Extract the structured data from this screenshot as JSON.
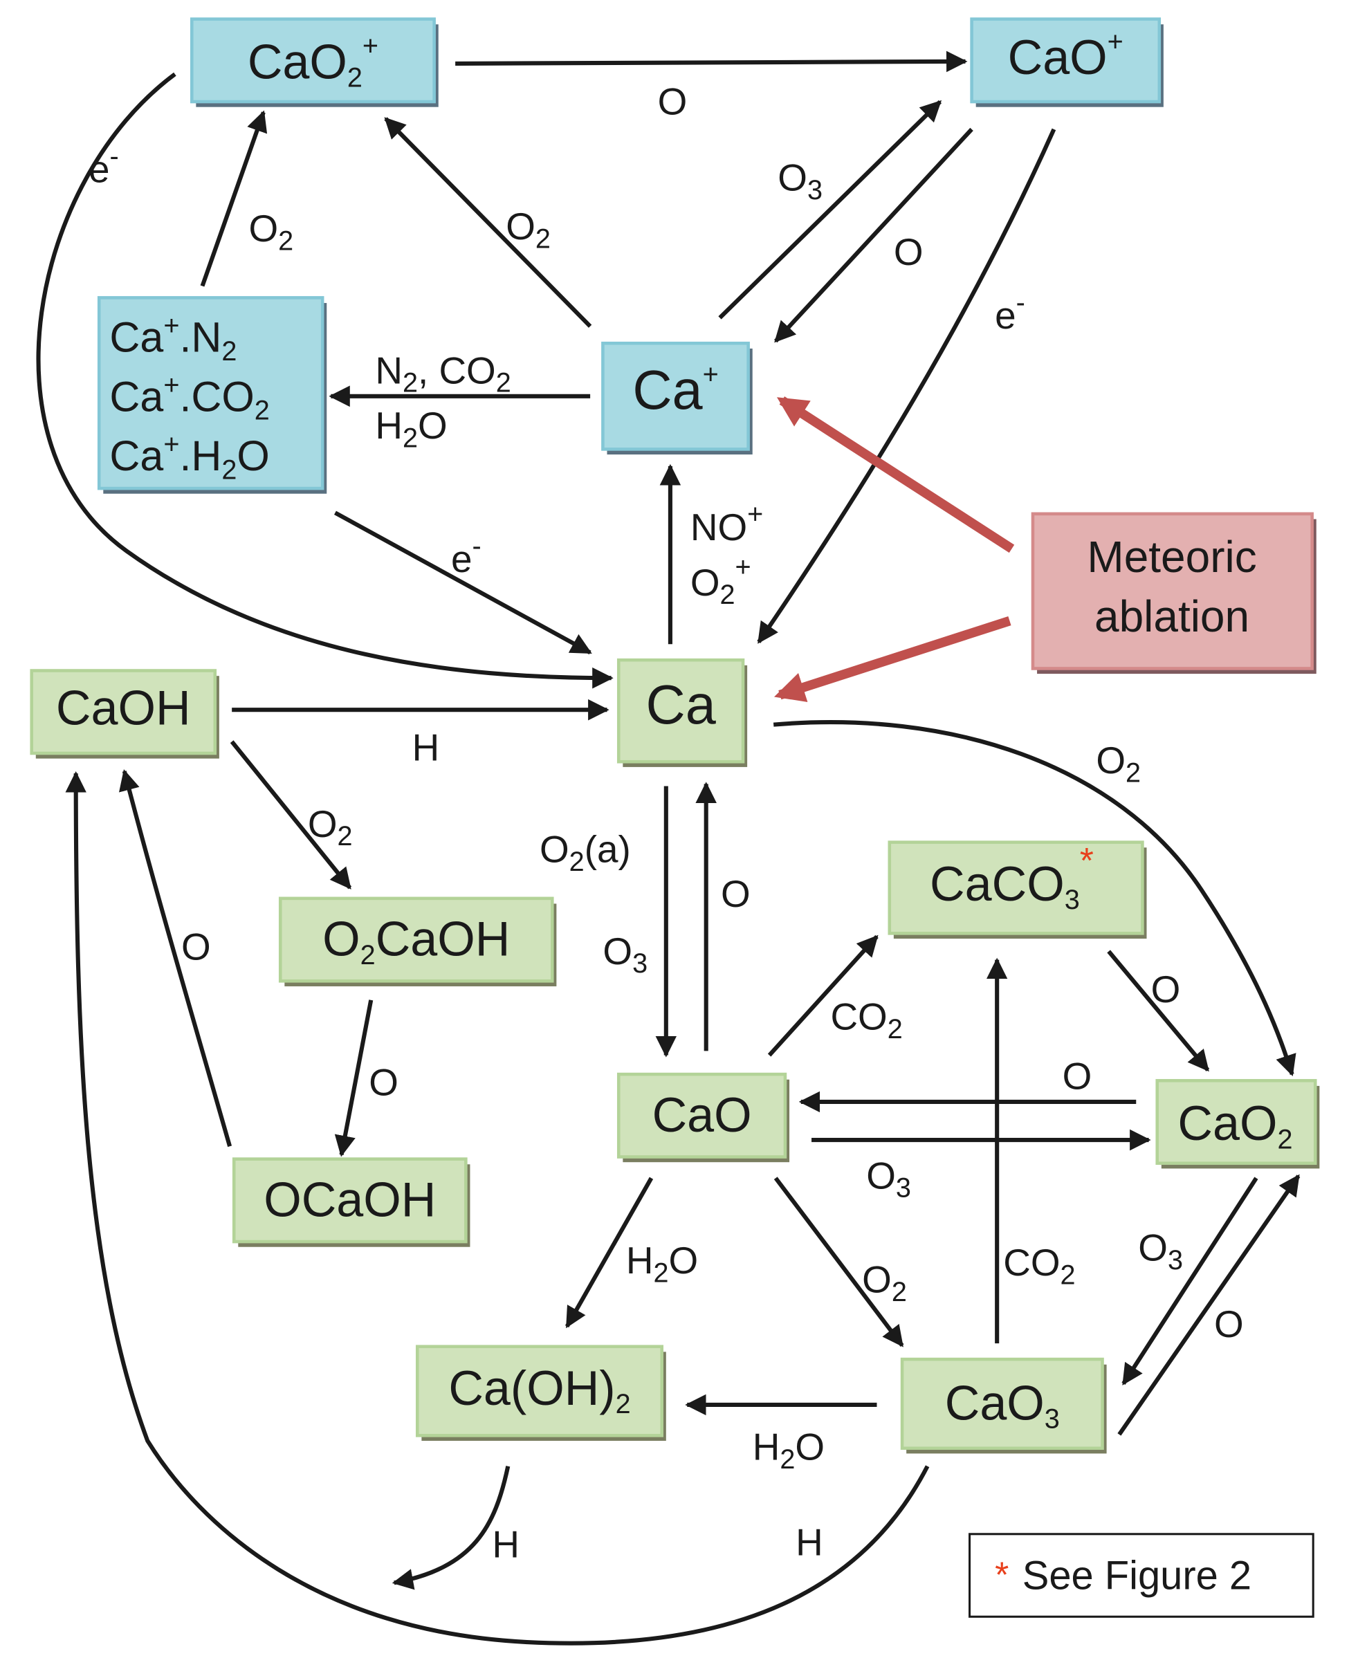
{
  "nodes": {
    "cao2_plus": {
      "main": "CaO",
      "sub": "2",
      "sup": "+"
    },
    "cao_plus": {
      "main": "CaO",
      "sup": "+"
    },
    "ca_plus": {
      "main": "Ca",
      "sup": "+"
    },
    "ca_clusters": [
      {
        "a": "Ca",
        "sup": "+",
        "b": ".N",
        "sub": "2"
      },
      {
        "a": "Ca",
        "sup": "+",
        "b": ".CO",
        "sub": "2"
      },
      {
        "a": "Ca",
        "sup": "+",
        "b": ".H",
        "sub": "2",
        "c": "O"
      }
    ],
    "meteoric": {
      "line1": "Meteoric",
      "line2": "ablation"
    },
    "ca": {
      "main": "Ca"
    },
    "caoh": {
      "main": "CaOH"
    },
    "o2caoh": {
      "pre": "O",
      "sub": "2",
      "main": "CaOH"
    },
    "ocaoh": {
      "main": "OCaOH"
    },
    "cao": {
      "main": "CaO"
    },
    "caco3": {
      "main": "CaCO",
      "sub": "3",
      "star": "*"
    },
    "cao2": {
      "main": "CaO",
      "sub": "2"
    },
    "cao3": {
      "main": "CaO",
      "sub": "3"
    },
    "caoh2": {
      "main": "Ca(OH)",
      "sub": "2"
    }
  },
  "labels": {
    "o": "O",
    "o2": {
      "main": "O",
      "sub": "2"
    },
    "o3": {
      "main": "O",
      "sub": "3"
    },
    "e": {
      "main": "e",
      "sup": "-"
    },
    "h": "H",
    "co2": {
      "main": "CO",
      "sub": "2"
    },
    "h2o": {
      "pre": "H",
      "sub": "2",
      "post": "O"
    },
    "n2co2": {
      "a": "N",
      "sub1": "2",
      "b": ", CO",
      "sub2": "2"
    },
    "no_plus": {
      "main": "NO",
      "sup": "+"
    },
    "o2_plus": {
      "main": "O",
      "sub": "2",
      "sup": "+"
    },
    "o2a": {
      "main": "O",
      "sub": "2",
      "post": "(a)"
    }
  },
  "legend": {
    "star": "*",
    "text": "See Figure 2"
  },
  "colors": {
    "ion_box": "#a8dae3",
    "neutral_box": "#d0e3bb",
    "source_box": "#e3b0b0",
    "source_arrow": "#c0504d",
    "asterisk": "#e8401c"
  }
}
